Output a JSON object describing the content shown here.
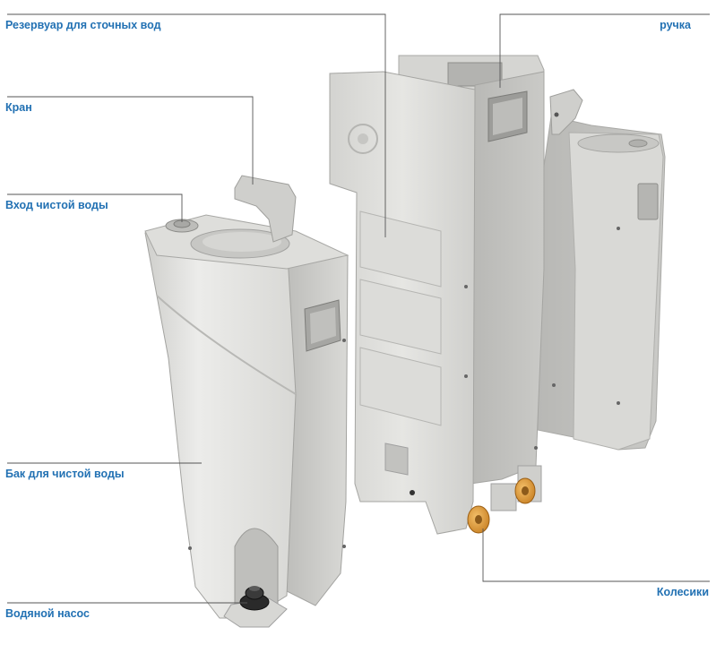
{
  "labels": {
    "wastewater_tank": "Резервуар для сточных вод",
    "handle": "ручка",
    "faucet": "Кран",
    "fresh_water_inlet": "Вход чистой воды",
    "fresh_water_tank": "Бак для чистой воды",
    "water_pump": "Водяной насос",
    "wheels": "Колесики"
  },
  "colors": {
    "label_text": "#2271b3",
    "leader_line": "#555555",
    "plastic_light": "#e8e8e6",
    "plastic_shade": "#c9c9c6",
    "plastic_dark": "#a9a9a6",
    "wheel": "#e3a13c",
    "pump": "#2a2a2a"
  }
}
